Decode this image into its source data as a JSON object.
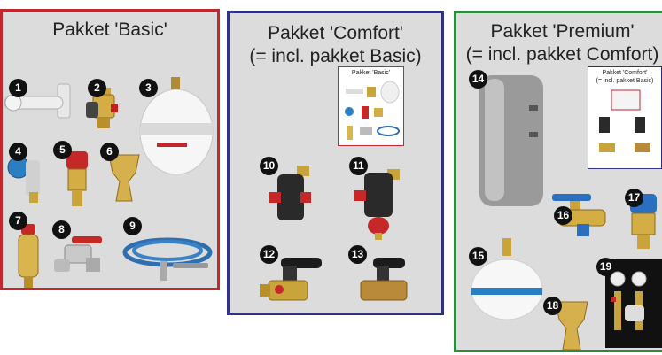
{
  "panels": {
    "basic": {
      "title": "Pakket 'Basic'",
      "accent": "#c1272d"
    },
    "comfort": {
      "title_line1": "Pakket 'Comfort'",
      "title_line2": "(= incl. pakket Basic)",
      "accent": "#2e3184",
      "thumbnail_title": "Pakket 'Basic'"
    },
    "premium": {
      "title_line1": "Pakket 'Premium'",
      "title_line2": "(= incl. pakket Comfort)",
      "accent": "#2e8b3d",
      "thumbnail_title_line1": "Pakket 'Comfort'",
      "thumbnail_title_line2": "(= incl. pakket Basic)"
    }
  },
  "items": {
    "n1": "1",
    "n2": "2",
    "n3": "3",
    "n4": "4",
    "n5": "5",
    "n6": "6",
    "n7": "7",
    "n8": "8",
    "n9": "9",
    "n10": "10",
    "n11": "11",
    "n12": "12",
    "n13": "13",
    "n14": "14",
    "n15": "15",
    "n16": "16",
    "n17": "17",
    "n18": "18",
    "n19": "19"
  }
}
